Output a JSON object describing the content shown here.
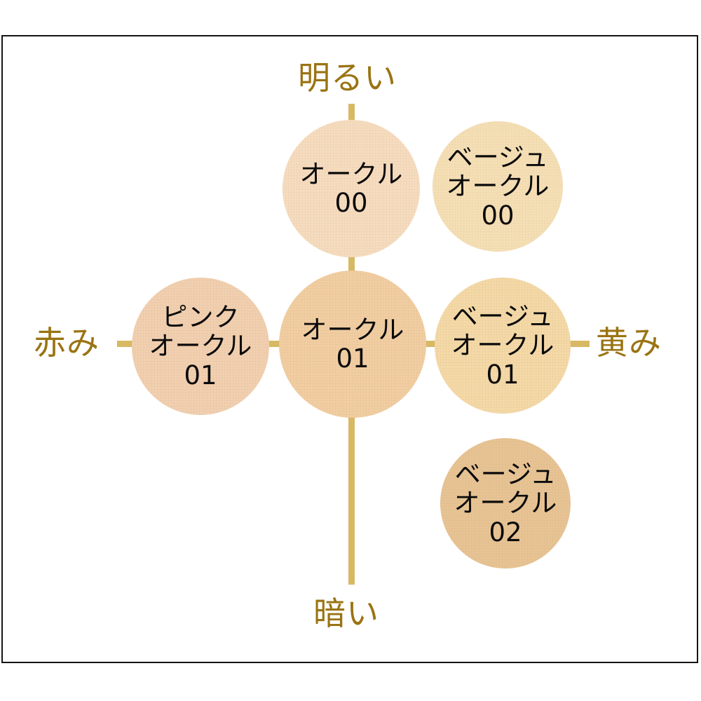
{
  "frame": {
    "border_color": "#141414",
    "background": "#ffffff"
  },
  "axes": {
    "line_color": "#d7b963",
    "label_color": "#9a7413",
    "top_label": "明るい",
    "bottom_label": "暗い",
    "left_label": "赤み",
    "right_label": "黄み"
  },
  "swatches": [
    {
      "id": "ochre-00",
      "name_lines": [
        "オークル",
        "00"
      ],
      "color": "#f7dcbe",
      "position": "top"
    },
    {
      "id": "beige-ochre-00",
      "name_lines": [
        "ベージュ",
        "オークル",
        "00"
      ],
      "color": "#f6dfb5",
      "position": "top-right"
    },
    {
      "id": "pink-ochre-01",
      "name_lines": [
        "ピンク",
        "オークル",
        "01"
      ],
      "color": "#f2d0b0",
      "position": "left"
    },
    {
      "id": "ochre-01",
      "name_lines": [
        "オークル",
        "01"
      ],
      "color": "#f2cea2",
      "position": "center"
    },
    {
      "id": "beige-ochre-01",
      "name_lines": [
        "ベージュ",
        "オークル",
        "01"
      ],
      "color": "#f5d9a7",
      "position": "right"
    },
    {
      "id": "beige-ochre-02",
      "name_lines": [
        "ベージュ",
        "オークル",
        "02"
      ],
      "color": "#e8c494",
      "position": "bottom-right"
    }
  ],
  "chart_data": {
    "type": "scatter",
    "title": "",
    "xlabel": "赤み ← → 黄み",
    "ylabel": "暗い ← → 明るい",
    "x_axis_labels": [
      "赤み",
      "黄み"
    ],
    "y_axis_labels": [
      "暗い",
      "明るい"
    ],
    "grid": false,
    "legend": "none",
    "points": [
      {
        "label": "オークル00",
        "x": 0,
        "y": 1,
        "color": "#f7dcbe",
        "radius": 98
      },
      {
        "label": "ベージュオークル00",
        "x": 1,
        "y": 1,
        "color": "#f6dfb5",
        "radius": 93
      },
      {
        "label": "ピンクオークル01",
        "x": -1,
        "y": 0,
        "color": "#f2d0b0",
        "radius": 98
      },
      {
        "label": "オークル01",
        "x": 0,
        "y": 0,
        "color": "#f2cea2",
        "radius": 105
      },
      {
        "label": "ベージュオークル01",
        "x": 1,
        "y": 0,
        "color": "#f5d9a7",
        "radius": 97
      },
      {
        "label": "ベージュオークル02",
        "x": 1,
        "y": -1,
        "color": "#e8c494",
        "radius": 93
      }
    ]
  }
}
